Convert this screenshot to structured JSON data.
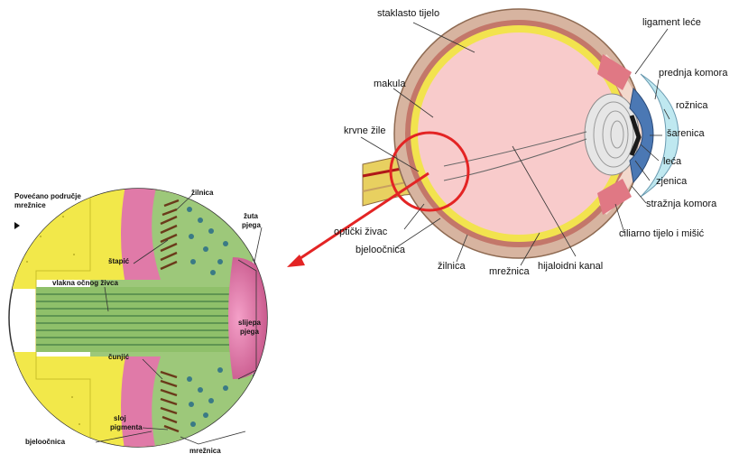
{
  "eye_labels": {
    "vitreous": "staklasto tijelo",
    "lens_ligament": "ligament leće",
    "anterior_chamber": "prednja komora",
    "cornea": "rožnica",
    "iris": "šarenica",
    "lens": "leća",
    "pupil": "zjenica",
    "posterior_chamber": "stražnja komora",
    "ciliary": "ciliarno tijelo i mišić",
    "hyaloid_canal": "hijaloidni kanal",
    "retina": "mrežnica",
    "choroid": "žilnica",
    "sclera": "bjeloočnica",
    "optic_nerve": "optički živac",
    "blood_vessels": "krvne žile",
    "macula": "makula"
  },
  "detail_labels": {
    "title_line1": "Povećano područje",
    "title_line2": "mrežnice",
    "choroid": "žilnica",
    "yellow_spot_line1": "žuta",
    "yellow_spot_line2": "pjega",
    "rod": "štapić",
    "nerve_fibers": "vlakna očnog živca",
    "blind_spot_line1": "slijepa",
    "blind_spot_line2": "pjega",
    "cone": "čunjić",
    "pigment_line1": "sloj",
    "pigment_line2": "pigmenta",
    "sclera": "bjeloočnica",
    "retina": "mrežnica"
  },
  "colors": {
    "vitreous": "#f7c8c8",
    "sclera": "#c89a82",
    "retina": "#f0e24a",
    "highlight": "#e8222a",
    "tissue": "#f2e84a",
    "neural": "#9cc87a",
    "pigment": "#e07aa8"
  }
}
